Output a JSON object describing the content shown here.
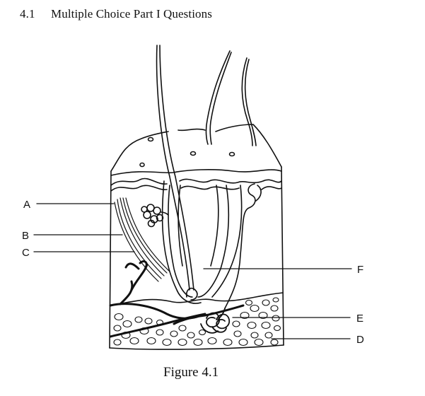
{
  "heading": {
    "number": "4.1",
    "title": "Multiple Choice Part I Questions"
  },
  "figure": {
    "caption": "Figure 4.1",
    "labels": {
      "A": "A",
      "B": "B",
      "C": "C",
      "D": "D",
      "E": "E",
      "F": "F"
    }
  }
}
